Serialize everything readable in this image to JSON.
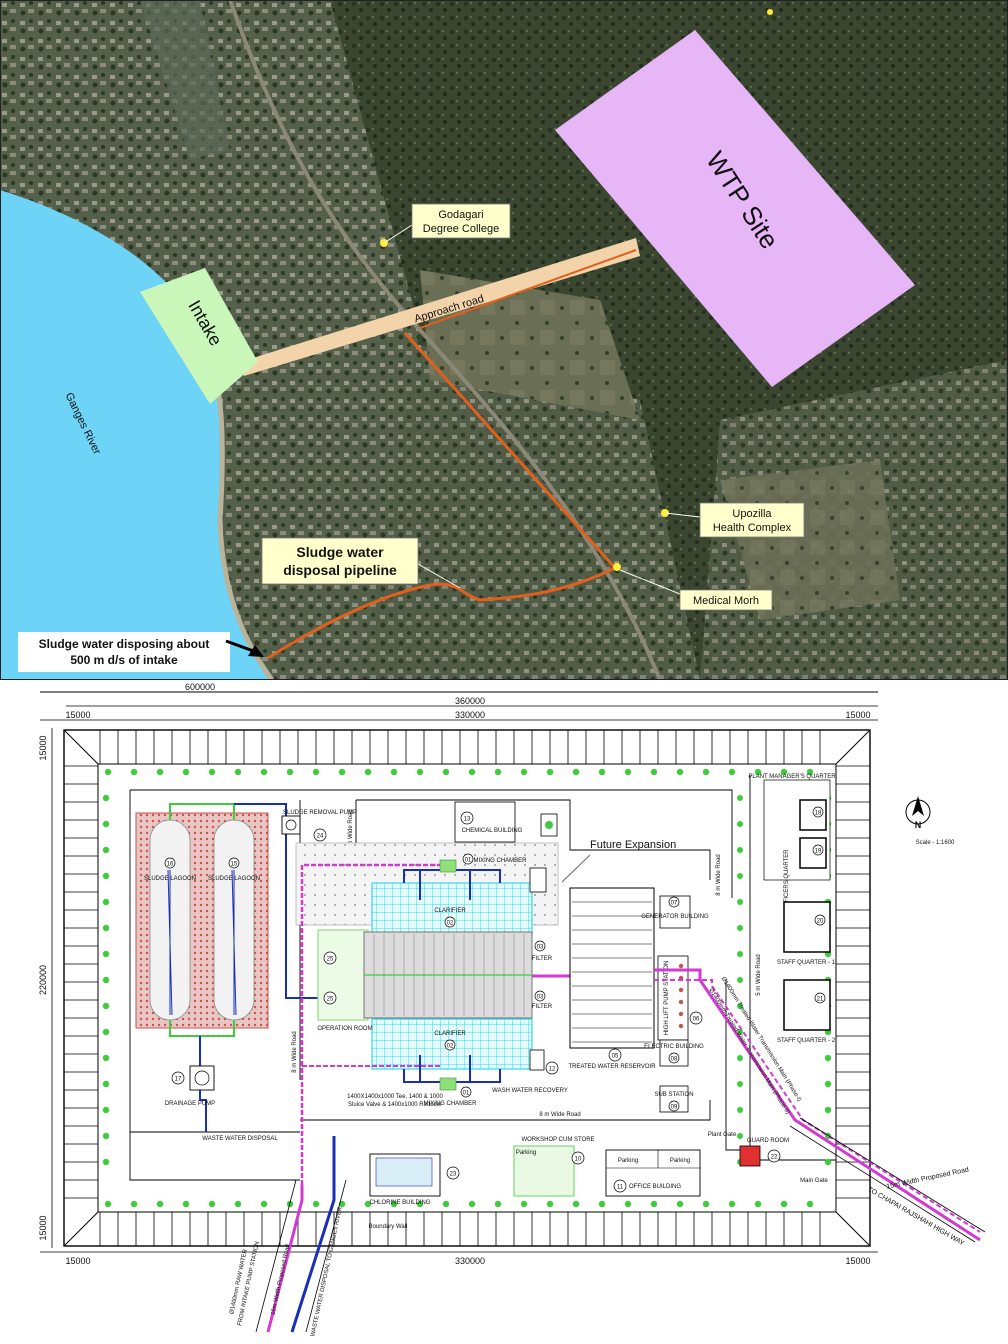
{
  "colors": {
    "river": "#6dd3f7",
    "land_dark": "#2f3a26",
    "land_mid": "#4b5a3c",
    "wtp_site": "#e6b6f7",
    "intake": "#c9f7b9",
    "approach_road": "#f3d3a9",
    "pipeline": "#e0601c",
    "callout_fill": "#ffffcc",
    "lagoon": "#c9534b",
    "filter": "#36d8e8",
    "clarifier_green": "#8fe07a",
    "pipe_blue": "#1a2fb8",
    "pipe_magenta": "#d23ad2",
    "tree": "#3ecc3e"
  },
  "satellite": {
    "river_label": "Ganges River",
    "wtp_label": "WTP Site",
    "intake_label": "Intake",
    "approach_road_label": "Approach road",
    "college_label_line1": "Godagari",
    "college_label_line2": "Degree College",
    "health_label_line1": "Upozilla",
    "health_label_line2": "Health Complex",
    "medical_label": "Medical Morh",
    "sludge_pipeline_line1": "Sludge water",
    "sludge_pipeline_line2": "disposal pipeline",
    "disposal_note_line1": "Sludge water disposing about",
    "disposal_note_line2": "500 m d/s of intake"
  },
  "layout": {
    "dims": {
      "total_width": "600000",
      "inner_width": "360000",
      "plot_width": "330000",
      "left_margin": "15000",
      "right_margin": "15000",
      "height": "220000",
      "top_margin": "15000",
      "bottom_margin": "15000",
      "bottom_plot_width": "330000",
      "bottom_left_margin": "15000",
      "bottom_right_margin": "15000"
    },
    "scale": "Scale - 1:1600",
    "north": "N",
    "future_expansion": "Future Expansion",
    "units": {
      "u01_top": "MIXING CHAMBER",
      "u01_bottom": "MIXING CHAMBER",
      "u02_top": "CLARIFIER",
      "u02_bottom": "CLARIFIER",
      "u03_top": "FILTER",
      "u03_bottom": "FILTER",
      "u05": "TREATED WATER RESERVOIR",
      "u06": "HIGH LIFT PUMP STATION",
      "u07": "GENERATOR BUILDING",
      "u08": "ELECTRIC BUILDING",
      "u09": "SUB STATION",
      "u10": "WORKSHOP CUM STORE",
      "u11": "OFFICE BUILDING",
      "u12": "WASH WATER RECOVERY",
      "u13": "CHEMICAL BUILDING",
      "u15": "SLUDGE LAGOON",
      "u16": "SLUDGE LAGOON",
      "u17": "DRAINAGE PUMP",
      "u18": "PLANT MANAGER'S QUARTER",
      "u19": "OFFICERS QUARTER",
      "u20": "STAFF QUARTER - 1",
      "u21": "STAFF QUARTER - 2",
      "u22": "GUARD ROOM",
      "u23": "CHLORINE BUILDING",
      "u24": "SLUDGE REMOVAL PUMP",
      "u25": "OPERATION ROOM"
    },
    "nums": {
      "n01": "01",
      "n02": "02",
      "n03": "03",
      "n05": "05",
      "n06": "06",
      "n07": "07",
      "n08": "08",
      "n09": "09",
      "n10": "10",
      "n11": "11",
      "n12": "12",
      "n13": "13",
      "n15": "15",
      "n16": "16",
      "n17": "17",
      "n18": "18",
      "n19": "19",
      "n20": "20",
      "n21": "21",
      "n22": "22",
      "n23": "23",
      "n24": "24",
      "n25": "25"
    },
    "labels": {
      "road_8m_top": "8 m Wide Road",
      "road_8m_left": "8 m Wide Road",
      "road_8m_bottom": "8 m Wide Road",
      "road_8m_right": "8 m Wide Road",
      "road_5m": "5 m Wide Road",
      "boundary_wall": "Boundary Wall",
      "plant_gate": "Plant Gate",
      "main_gate": "Main Gate",
      "parking": "Parking",
      "waste_water": "WASTE WATER DISPOSAL",
      "valve_line1": "1400X1400x1000 Tee, 1400 & 1000",
      "valve_line2": "Sluice Valve & 1400x1000 Reducer",
      "proposed_road_right": "15m Width Proposed Road",
      "highway": "TO CHAPAI RAJSHAHI HIGH WAY",
      "raw_water_line1": "Ø1400mm RAW WATER",
      "raw_water_line2": "FROM INTAKE PUMP STATION",
      "proposed_road_left": "15m Width Proposed Road",
      "waste_to_ganges": "WASTE WATER DISPOSAL TO GANGES RIVER",
      "treated_main_1": "Ø1400mm Treated Water Transmission Main (Phase-I)",
      "treated_main_2": "Ø1400mm Treated Water Transmission Main (Phase-II)"
    }
  }
}
